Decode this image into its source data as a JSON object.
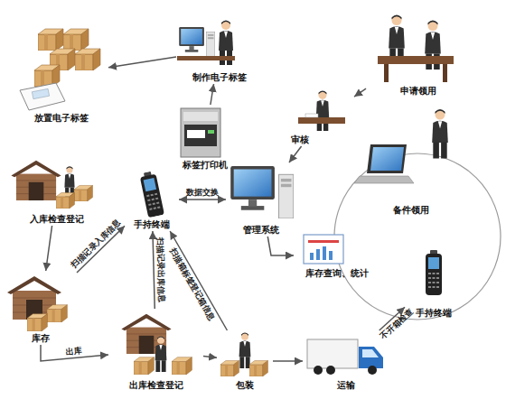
{
  "diagram": {
    "nodes": [
      {
        "text": [
          "放置电子标签"
        ]
      },
      {
        "text": [
          "制作电子标签"
        ]
      },
      {
        "text": [
          "申请领用"
        ]
      },
      {
        "text": [
          "审核"
        ]
      },
      {
        "text": [
          "标签打印机"
        ]
      },
      {
        "text": [
          "备件领用"
        ]
      },
      {
        "text": [
          "入库检查登记"
        ]
      },
      {
        "text": [
          "手持终端"
        ]
      },
      {
        "text": [
          "管理系统"
        ]
      },
      {
        "text": [
          "库存查询、统计"
        ]
      },
      {
        "text": [
          "手持终端"
        ]
      },
      {
        "text": [
          "库存"
        ]
      },
      {
        "text": [
          "出库检查登记"
        ]
      },
      {
        "text": [
          "包装"
        ]
      },
      {
        "text": [
          "运输"
        ]
      }
    ],
    "edges": [
      {
        "from": 1,
        "to": 0,
        "arrow": "to"
      },
      {
        "from": 4,
        "to": 1,
        "arrow": "to"
      },
      {
        "from": 2,
        "to": 3,
        "arrow": "to"
      },
      {
        "from": 3,
        "to": 8,
        "arrow": "to"
      },
      {
        "from": 7,
        "to": 8,
        "label": "数据交换",
        "arrow": "both"
      },
      {
        "from": 8,
        "to": 9,
        "arrow": "to"
      },
      {
        "from": 6,
        "to": 11,
        "arrow": "to"
      },
      {
        "from": 11,
        "to": 12,
        "label": "出库",
        "arrow": "to"
      },
      {
        "from": 12,
        "to": 13,
        "arrow": "to"
      },
      {
        "from": 13,
        "to": 14,
        "arrow": "to"
      },
      {
        "from": 14,
        "to": 10,
        "label": "不开箱检查",
        "arrow": "to"
      },
      {
        "from": 11,
        "to": 7,
        "label": "扫描记录入库信息",
        "arrow": "to"
      },
      {
        "from": 12,
        "to": 7,
        "label": "扫描记录出库信息",
        "arrow": "to"
      },
      {
        "from": 13,
        "to": 7,
        "label": "扫描箱标签登记箱信息",
        "arrow": "to"
      }
    ]
  }
}
